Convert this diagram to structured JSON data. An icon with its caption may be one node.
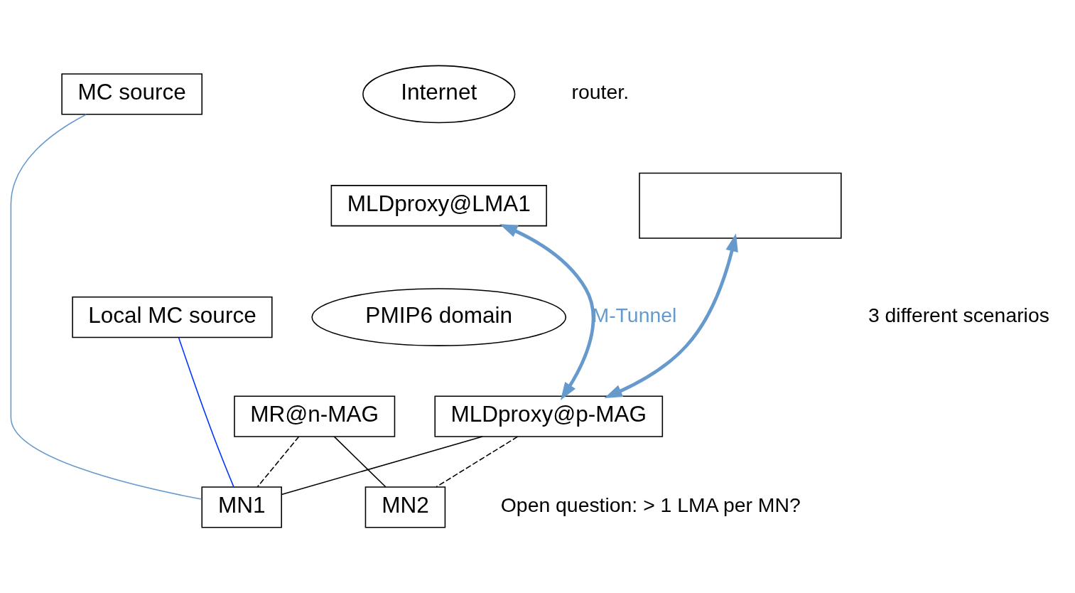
{
  "diagram": {
    "nodes": [
      {
        "text": [
          "Internet"
        ]
      },
      {
        "text": [
          "PMIP6 domain"
        ]
      },
      {
        "text": [
          "MC source"
        ]
      },
      {
        "text": [
          "MLDproxy@LMA1"
        ]
      },
      {
        "text": [],
        "shape": "box"
      },
      {
        "text": [
          "Local MC source"
        ]
      },
      {
        "text": [
          "MLDproxy@p-MAG"
        ]
      },
      {
        "text": [
          "MR@n-MAG"
        ]
      },
      {
        "text": [
          "MN1"
        ]
      },
      {
        "text": [
          "MN2"
        ]
      }
    ],
    "edges": [
      {
        "from": 2,
        "to": 8,
        "arrow": "none",
        "color": "#6699cc"
      },
      {
        "from": 3,
        "to": 6,
        "arrow": "both",
        "style": "thick",
        "color": "#6699cc",
        "label": "M-Tunnel"
      },
      {
        "from": 4,
        "to": 6,
        "arrow": "both",
        "style": "thick",
        "color": "#6699cc"
      },
      {
        "from": 5,
        "to": 8,
        "arrow": "none",
        "color": "#0033ff"
      },
      {
        "from": 6,
        "to": 8,
        "arrow": "none"
      },
      {
        "from": 6,
        "to": 9,
        "arrow": "none",
        "style": "dashed"
      },
      {
        "from": 7,
        "to": 8,
        "arrow": "none",
        "style": "dashed"
      },
      {
        "from": 7,
        "to": 9,
        "arrow": "none"
      }
    ],
    "labels": [
      "router.",
      "3 different scenarios",
      "Open question: > 1 LMA per MN?"
    ]
  }
}
